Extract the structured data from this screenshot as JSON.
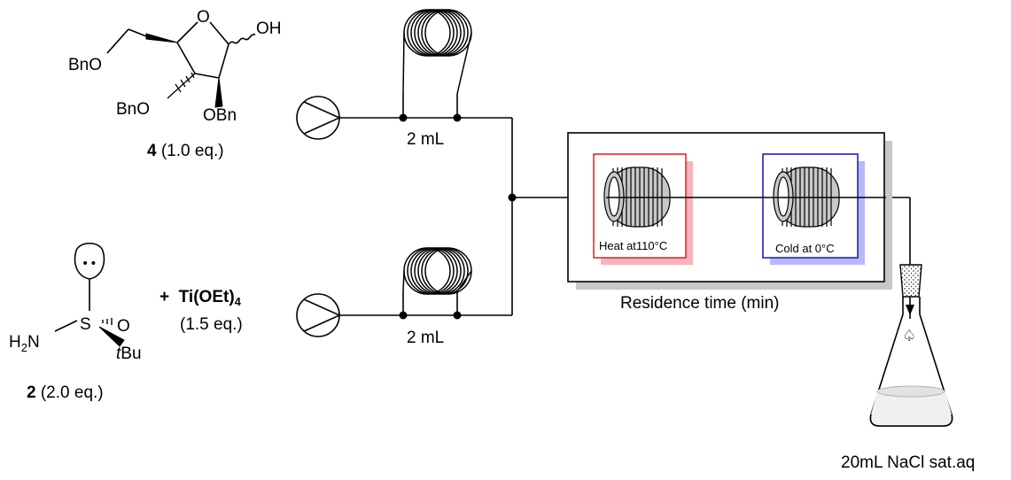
{
  "reagent_a": {
    "compound_number": "4",
    "equiv": "(1.0 eq.)",
    "atoms": {
      "oh": "OH",
      "ring_o": "O",
      "bno_top": "BnO",
      "bno_mid": "BnO",
      "obn": "OBn"
    }
  },
  "reagent_b": {
    "compound_number": "2",
    "equiv": "(2.0 eq.)",
    "atoms": {
      "s": "S",
      "o": "O",
      "h2n_h": "H",
      "h2n_sub": "2",
      "h2n_n": "N",
      "tbu_t": "t",
      "tbu_rest": "Bu",
      "lone_pair": "••"
    }
  },
  "additive": {
    "plus": "+",
    "name": "Ti(OEt)",
    "subscript": "4",
    "equiv": "(1.5 eq.)"
  },
  "loops": {
    "top_volume": "2 mL",
    "bottom_volume": "2 mL"
  },
  "reactor": {
    "heat_label": "Heat at110°C",
    "cold_label": "Cold at 0°C",
    "residence_label": "Residence time (min)"
  },
  "collection": {
    "label": "20mL NaCl sat.aq"
  },
  "colors": {
    "heat_box": "#e32b2b",
    "heat_shadow": "#f4b6bd",
    "cold_box": "#2020c0",
    "cold_shadow": "#b9b9f4",
    "reactor_shadow": "#c8c8c8",
    "coil_fill": "#c8c8c8"
  }
}
